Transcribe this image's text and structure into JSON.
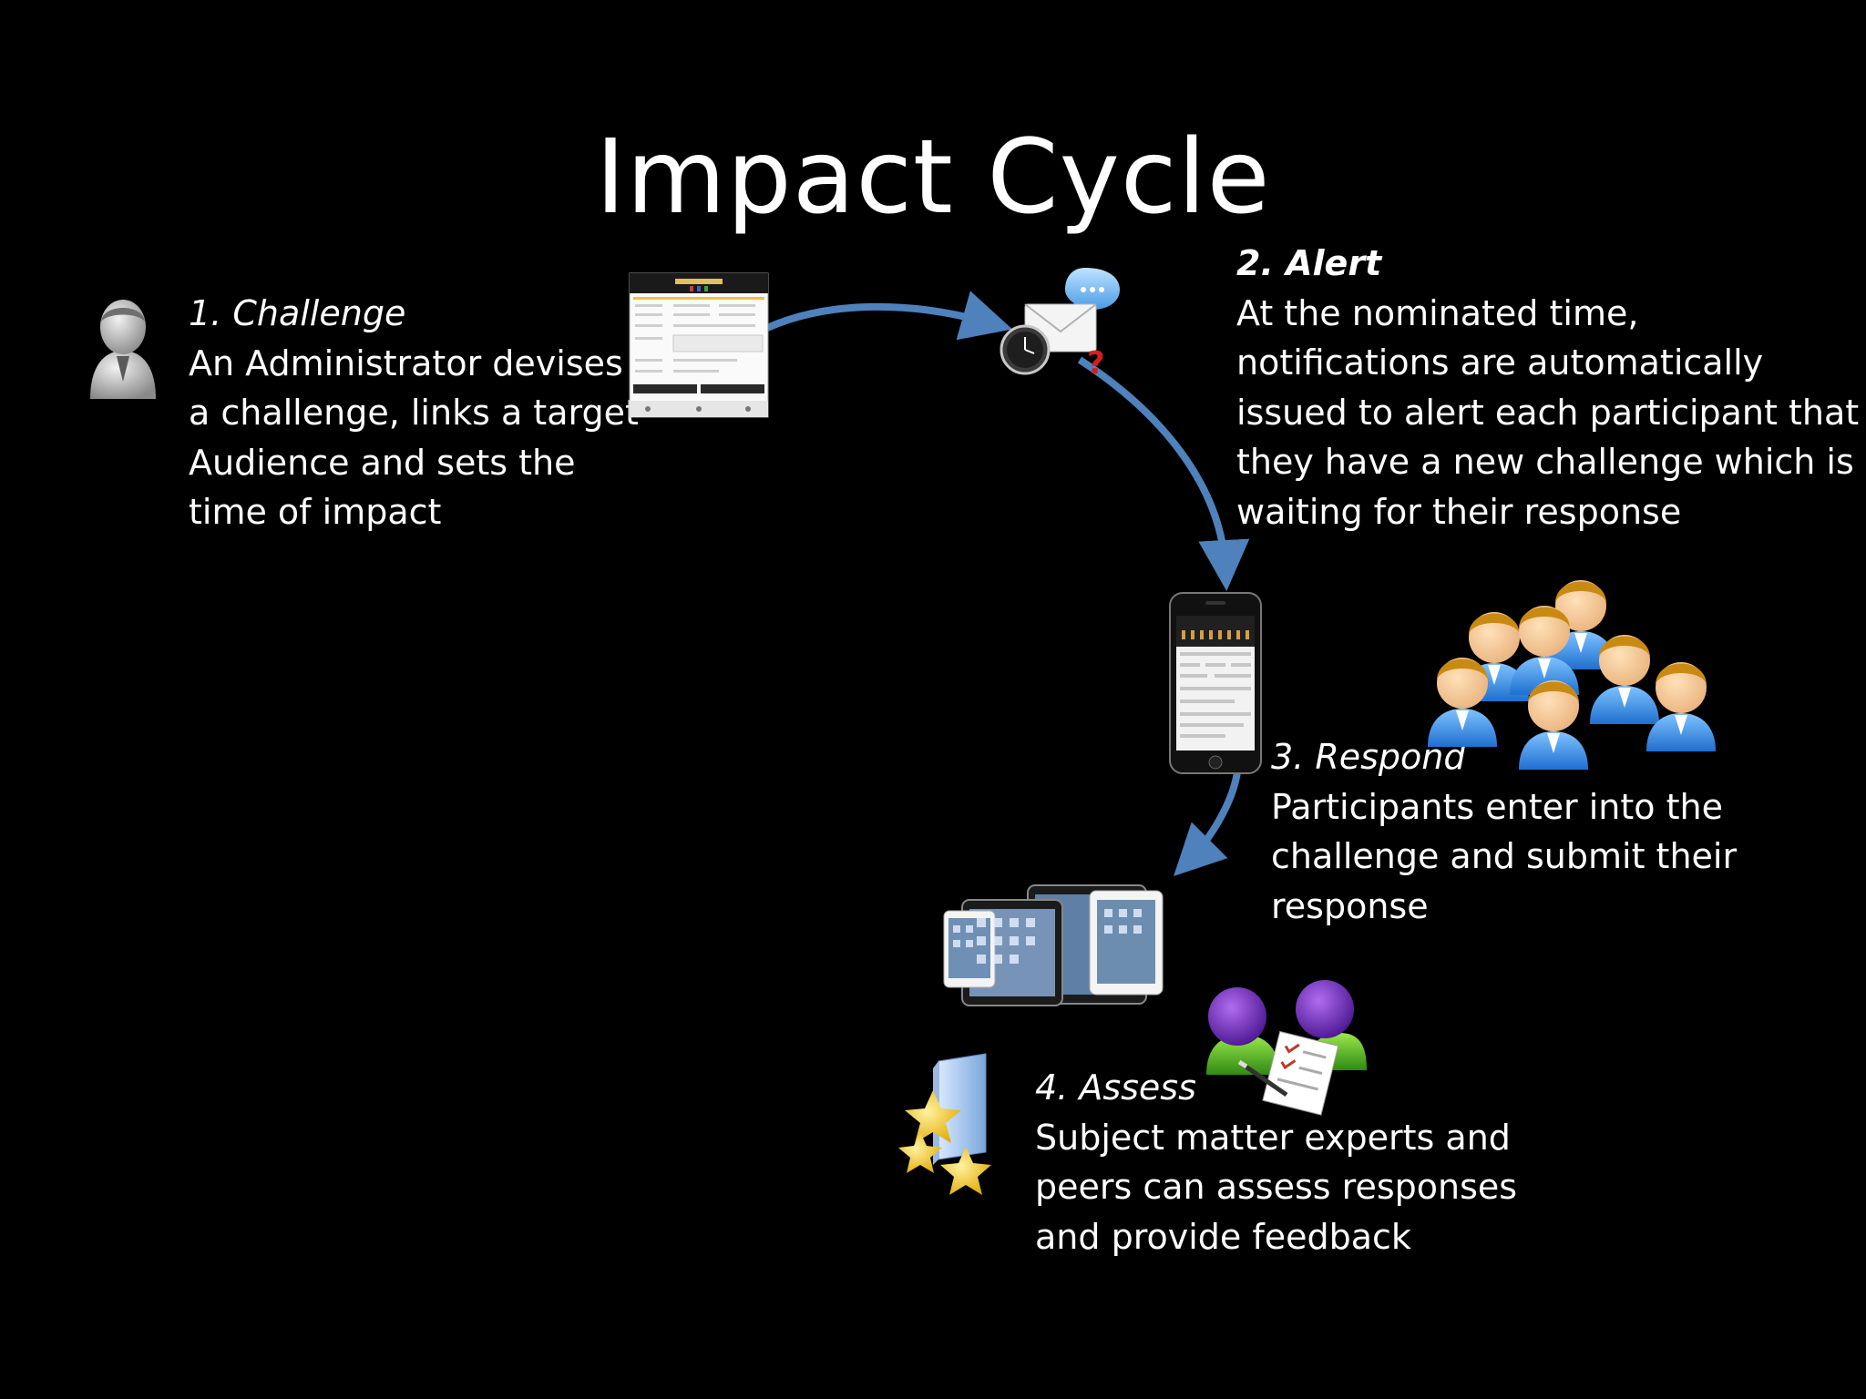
{
  "title": "Impact Cycle",
  "steps": [
    {
      "heading": "1. Challenge",
      "text": "An Administrator devises\na challenge, links a target\nAudience and sets the\ntime of impact"
    },
    {
      "heading": "2. Alert",
      "text": "At the nominated time,\nnotifications are automatically\nissued to alert each participant that\nthey have a new challenge which is\nwaiting for their response"
    },
    {
      "heading": "3. Respond",
      "text": "Participants enter into the\nchallenge and submit their\nresponse"
    },
    {
      "heading": "4. Assess",
      "text": "Subject matter experts and\npeers can assess responses\nand provide feedback"
    }
  ],
  "icons": [
    "administrator-icon",
    "web-form-screenshot-icon",
    "alert-notification-icon",
    "smartphone-icon",
    "participants-group-icon",
    "tablets-icon",
    "awards-stars-icon",
    "reviewers-icon"
  ],
  "colors": {
    "background": "#000000",
    "text": "#ffffff",
    "arrow": "#4f81bd"
  }
}
